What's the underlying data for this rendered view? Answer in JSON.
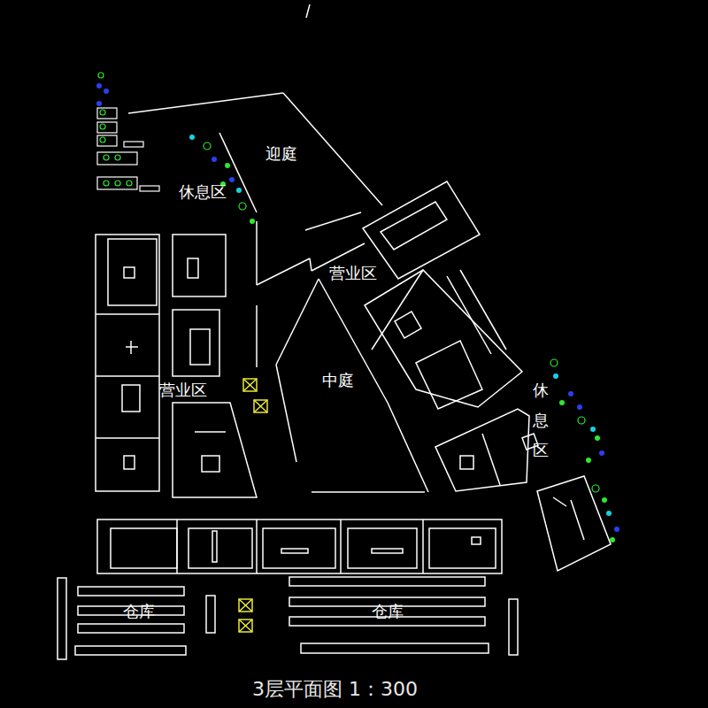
{
  "diagram": {
    "caption": "3层平面图 1：300",
    "labels": [
      "迎庭",
      "休息区",
      "营业区",
      "营业区",
      "中庭",
      "休息区",
      "仓库",
      "仓库"
    ]
  }
}
